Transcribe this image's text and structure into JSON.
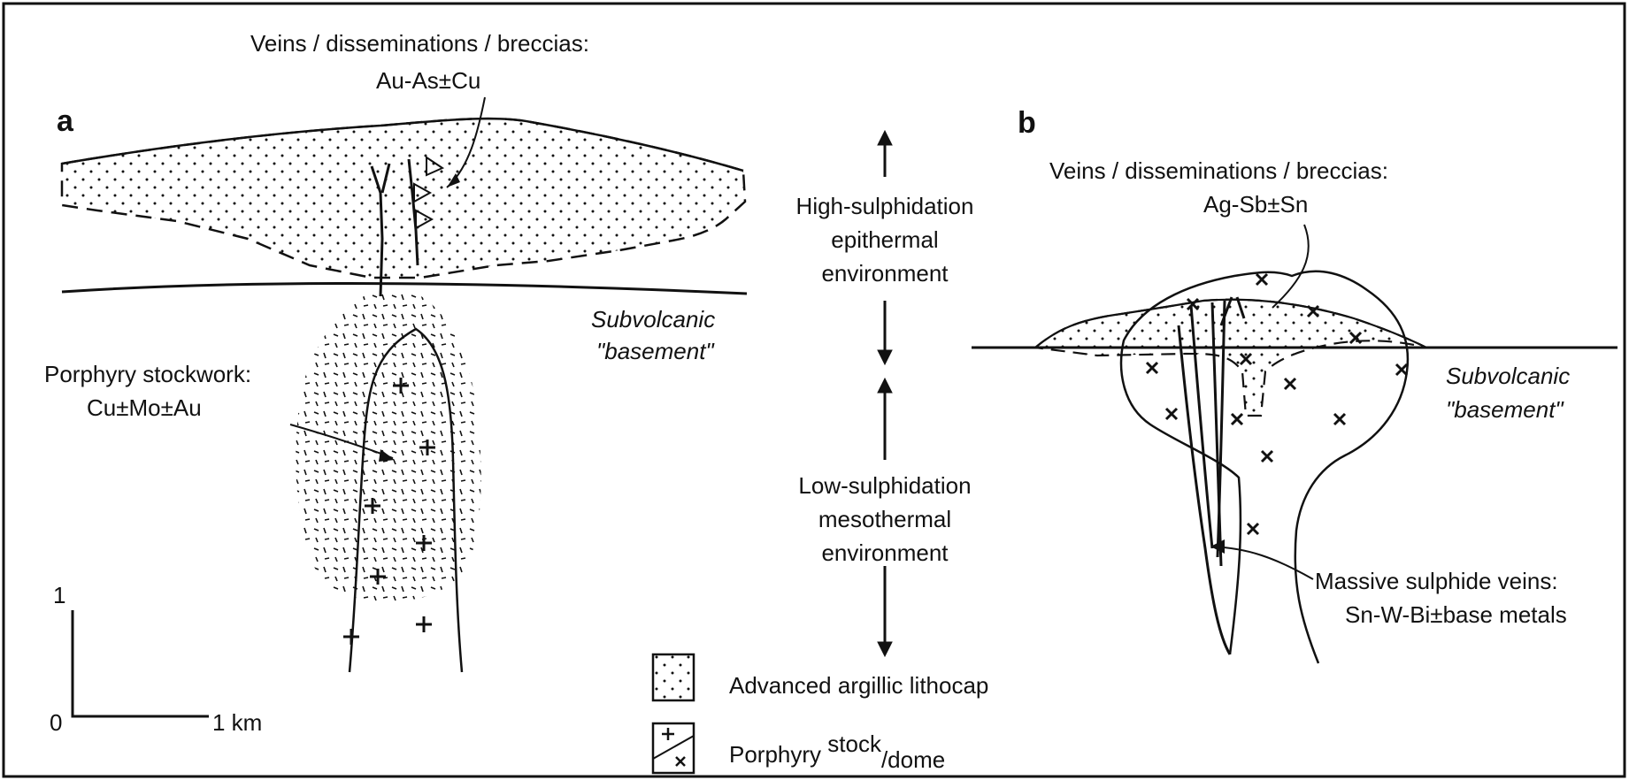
{
  "panels": {
    "a": {
      "letter": "a",
      "vein_title": "Veins / disseminations / breccias:",
      "vein_metals": "Au-As±Cu",
      "basement_line1": "Subvolcanic",
      "basement_line2": "\"basement\"",
      "stockwork_title": "Porphyry stockwork:",
      "stockwork_metals": "Cu±Mo±Au"
    },
    "b": {
      "letter": "b",
      "vein_title": "Veins / disseminations / breccias:",
      "vein_metals": "Ag-Sb±Sn",
      "basement_line1": "Subvolcanic",
      "basement_line2": "\"basement\"",
      "massive_title": "Massive sulphide veins:",
      "massive_metals": "Sn-W-Bi±base metals"
    }
  },
  "environments": {
    "high": [
      "High-sulphidation",
      "epithermal",
      "environment"
    ],
    "low": [
      "Low-sulphidation",
      "mesothermal",
      "environment"
    ]
  },
  "scale": {
    "y_top": "1",
    "origin": "0",
    "x_label": "1 km"
  },
  "legend": {
    "lithocap": "Advanced argillic lithocap",
    "porphyry_main": "Porphyry ",
    "porphyry_sup": "stock",
    "porphyry_sub": "/dome"
  },
  "colors": {
    "ink": "#111111",
    "paper": "#ffffff"
  }
}
